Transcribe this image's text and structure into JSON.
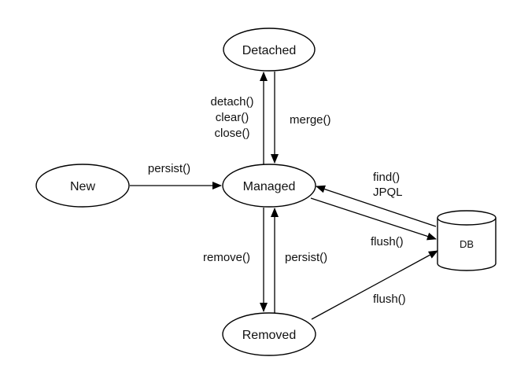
{
  "states": {
    "detached": "Detached",
    "new": "New",
    "managed": "Managed",
    "removed": "Removed"
  },
  "db": "DB",
  "transitions": {
    "detach": [
      "detach()",
      "clear()",
      "close()"
    ],
    "merge": "merge()",
    "persist_new": "persist()",
    "find": "find()",
    "jpql": "JPQL",
    "flush_managed": "flush()",
    "remove": "remove()",
    "persist_removed": "persist()",
    "flush_removed": "flush()"
  }
}
